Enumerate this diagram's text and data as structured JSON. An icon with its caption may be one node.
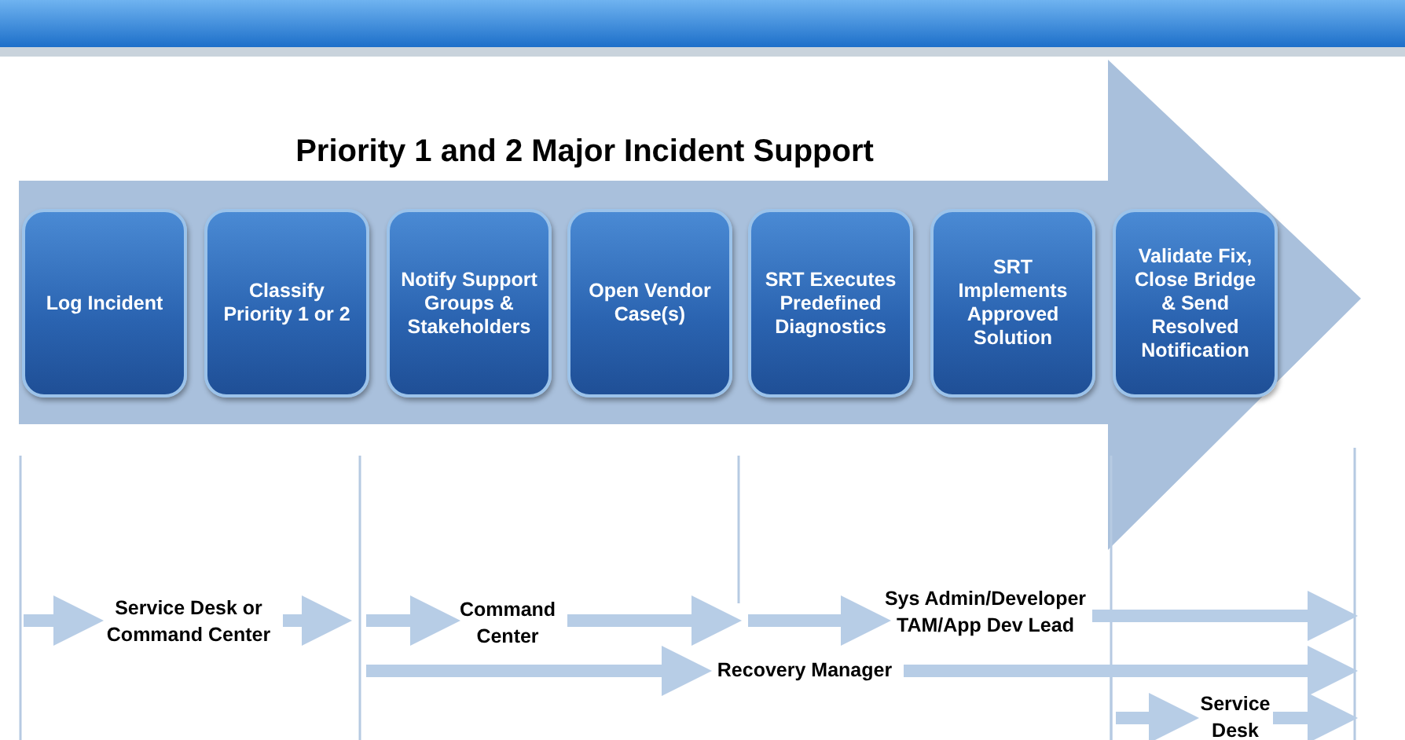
{
  "diagram": {
    "title": "Priority 1 and 2 Major Incident Support",
    "nodes": [
      {
        "text": [
          "Log Incident"
        ]
      },
      {
        "text": [
          "Classify Priority 1 or 2"
        ]
      },
      {
        "text": [
          "Notify Support Groups & Stakeholders"
        ]
      },
      {
        "text": [
          "Open Vendor Case(s)"
        ]
      },
      {
        "text": [
          "SRT Executes Predefined Diagnostics"
        ]
      },
      {
        "text": [
          "SRT Implements Approved Solution"
        ]
      },
      {
        "text": [
          "Validate Fix, Close Bridge & Send Resolved Notification"
        ]
      }
    ],
    "labels": [
      "Service Desk or Command Center",
      "Command Center",
      "Sys Admin/Developer TAM/App Dev Lead",
      "Recovery Manager",
      "Service Desk"
    ]
  }
}
